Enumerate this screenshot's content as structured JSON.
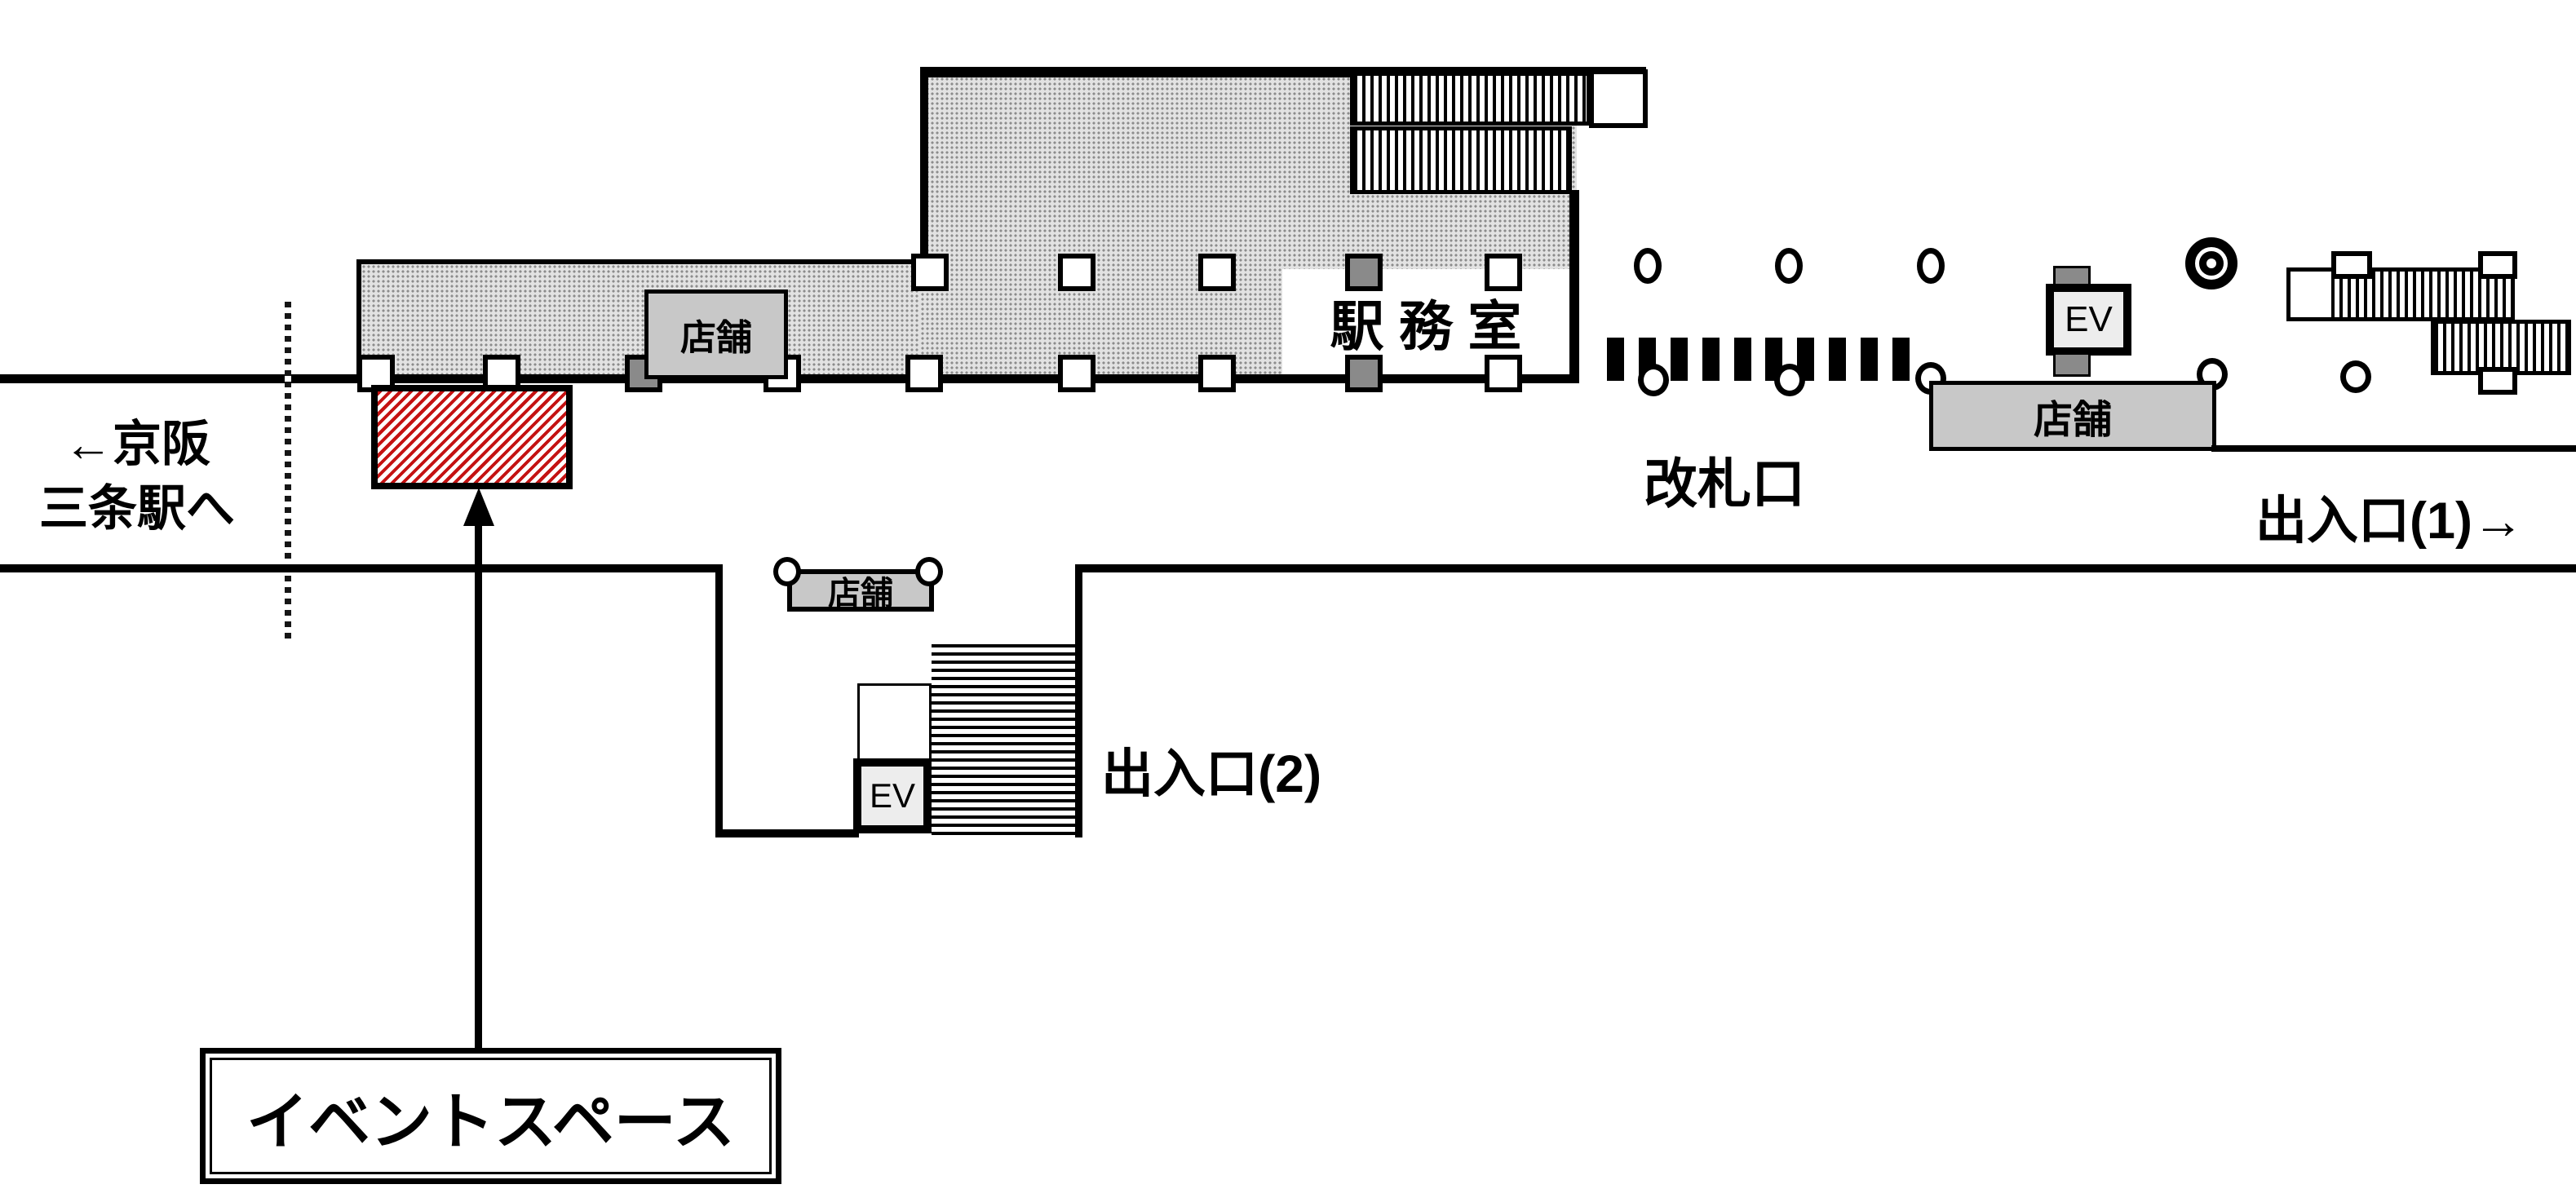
{
  "diagram": {
    "type": "station-floor-map",
    "background": "#ffffff",
    "colors": {
      "outline": "#000000",
      "concourse_fill": "#d2d2d2",
      "shop_fill": "#c8c8c8",
      "pillar_dark": "#8a8a8a",
      "ev_fill": "#ededed",
      "event_space_red": "#c41212"
    },
    "labels": {
      "to_keihan_line1": "←京阪",
      "to_keihan_line2": "三条駅へ",
      "shop_west": "店舗",
      "station_office": "駅 務 室",
      "ticket_gate": "改札口",
      "ev_upper": "EV",
      "shop_east": "店舗",
      "exit_1": "出入口(1)→",
      "shop_south": "店舗",
      "ev_lower": "EV",
      "exit_2": "出入口(2)",
      "event_space": "イベントスペース"
    }
  }
}
